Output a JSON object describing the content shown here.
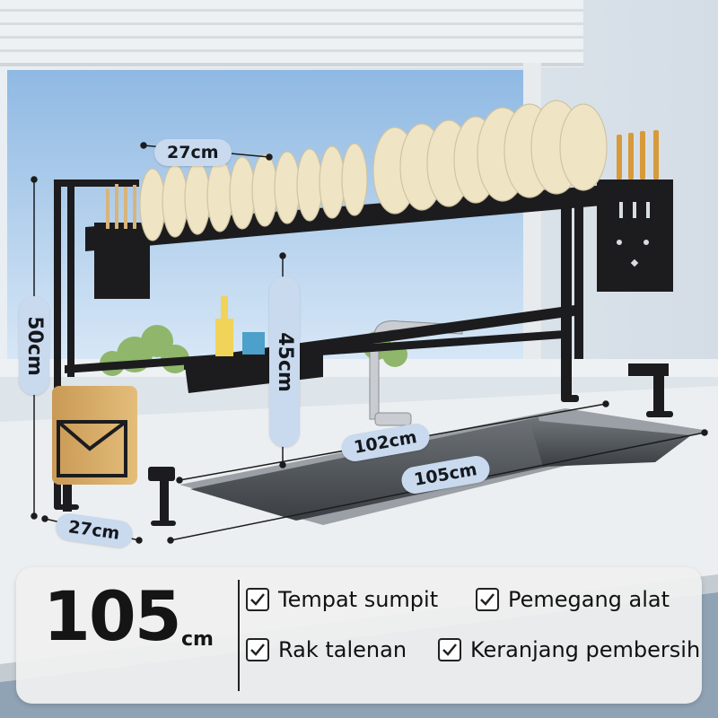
{
  "dimensions": {
    "shelf_width": "27cm",
    "height_total": "50cm",
    "height_clearance": "45cm",
    "inner_length": "102cm",
    "outer_length": "105cm",
    "base_depth": "27cm"
  },
  "info_panel": {
    "size_value": "105",
    "size_unit": "cm",
    "features": [
      {
        "label": "Tempat sumpit",
        "icon": "checkbox-icon"
      },
      {
        "label": "Pemegang alat",
        "icon": "checkbox-icon"
      },
      {
        "label": "Rak talenan",
        "icon": "checkbox-icon"
      },
      {
        "label": "Keranjang pembersih",
        "icon": "checkbox-icon"
      }
    ]
  },
  "colors": {
    "rack": "#1c1c1e",
    "pill": "#c9d9ee",
    "counter": "#eceff1",
    "window_sky": "#b9d5ef",
    "plates": "#efe4c4"
  }
}
